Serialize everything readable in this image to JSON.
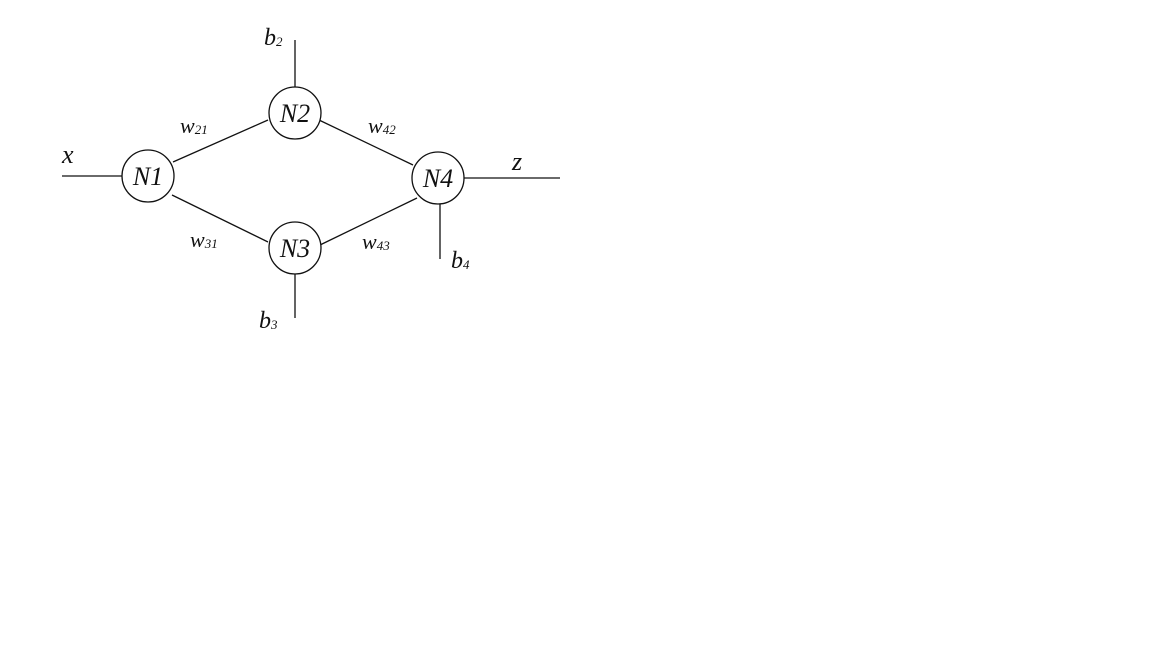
{
  "diagram": {
    "nodes": [
      {
        "id": "n1",
        "label": "N1"
      },
      {
        "id": "n2",
        "label": "N2"
      },
      {
        "id": "n3",
        "label": "N3"
      },
      {
        "id": "n4",
        "label": "N4"
      }
    ],
    "input": {
      "label": "x"
    },
    "output": {
      "label": "z"
    },
    "weights": [
      {
        "id": "w21",
        "base": "w",
        "sub": "21"
      },
      {
        "id": "w31",
        "base": "w",
        "sub": "31"
      },
      {
        "id": "w42",
        "base": "w",
        "sub": "42"
      },
      {
        "id": "w43",
        "base": "w",
        "sub": "43"
      }
    ],
    "biases": [
      {
        "id": "b2",
        "base": "b",
        "sub": "2"
      },
      {
        "id": "b3",
        "base": "b",
        "sub": "3"
      },
      {
        "id": "b4",
        "base": "b",
        "sub": "4"
      }
    ]
  },
  "colors": {
    "stroke": "#111111",
    "background": "#ffffff"
  }
}
